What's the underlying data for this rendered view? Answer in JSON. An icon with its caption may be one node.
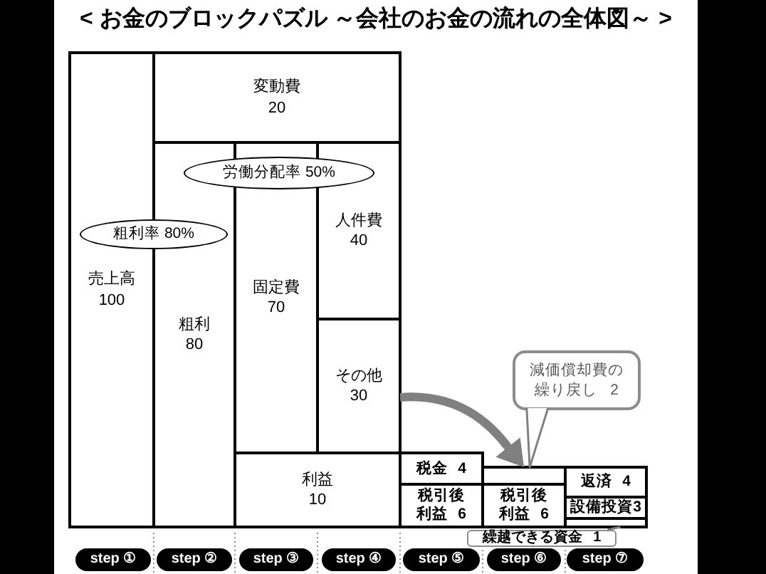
{
  "diagram": {
    "title": "< お金のブロックパズル ～会社のお金の流れの全体図～ >",
    "nodes": [
      {
        "text": [
          "売上高 100"
        ]
      },
      {
        "text": [
          "変動費 20"
        ]
      },
      {
        "text": [
          "粗利 80"
        ]
      },
      {
        "text": [
          "固定費 70"
        ]
      },
      {
        "text": [
          "人件費 40"
        ]
      },
      {
        "text": [
          "その他 30"
        ]
      },
      {
        "text": [
          "利益 10"
        ]
      },
      {
        "text": [
          "税金 4"
        ]
      },
      {
        "text": [
          "税引後利益 6"
        ]
      },
      {
        "text": [],
        "shape": "box"
      },
      {
        "text": [
          "税引後利益 6"
        ]
      },
      {
        "text": [
          "返済 4"
        ]
      },
      {
        "text": [
          "設備投資3"
        ]
      },
      {
        "text": [],
        "shape": "box"
      },
      {
        "text": [
          "粗利率 80%"
        ]
      },
      {
        "text": [
          "労働分配率 50%"
        ]
      },
      {
        "text": [
          "減価償却費の繰り戻し 2"
        ]
      },
      {
        "text": [
          "繰越できる資金 1"
        ]
      },
      {
        "text": [
          "step ①"
        ]
      },
      {
        "text": [
          "step ②"
        ]
      },
      {
        "text": [
          "step ③"
        ]
      },
      {
        "text": [
          "step ④"
        ]
      },
      {
        "text": [
          "step ⑤"
        ]
      },
      {
        "text": [
          "step ⑥"
        ]
      },
      {
        "text": [
          "step ⑦"
        ]
      }
    ],
    "edges": [
      {
        "from": 5,
        "to": 9,
        "arrow": "to",
        "style": "thick",
        "color": "#808080"
      },
      {
        "from": 16,
        "to": 9,
        "arrow": "none",
        "color": "#808080"
      },
      {
        "from": 17,
        "to": 13,
        "arrow": "none",
        "color": "#808080"
      }
    ]
  }
}
